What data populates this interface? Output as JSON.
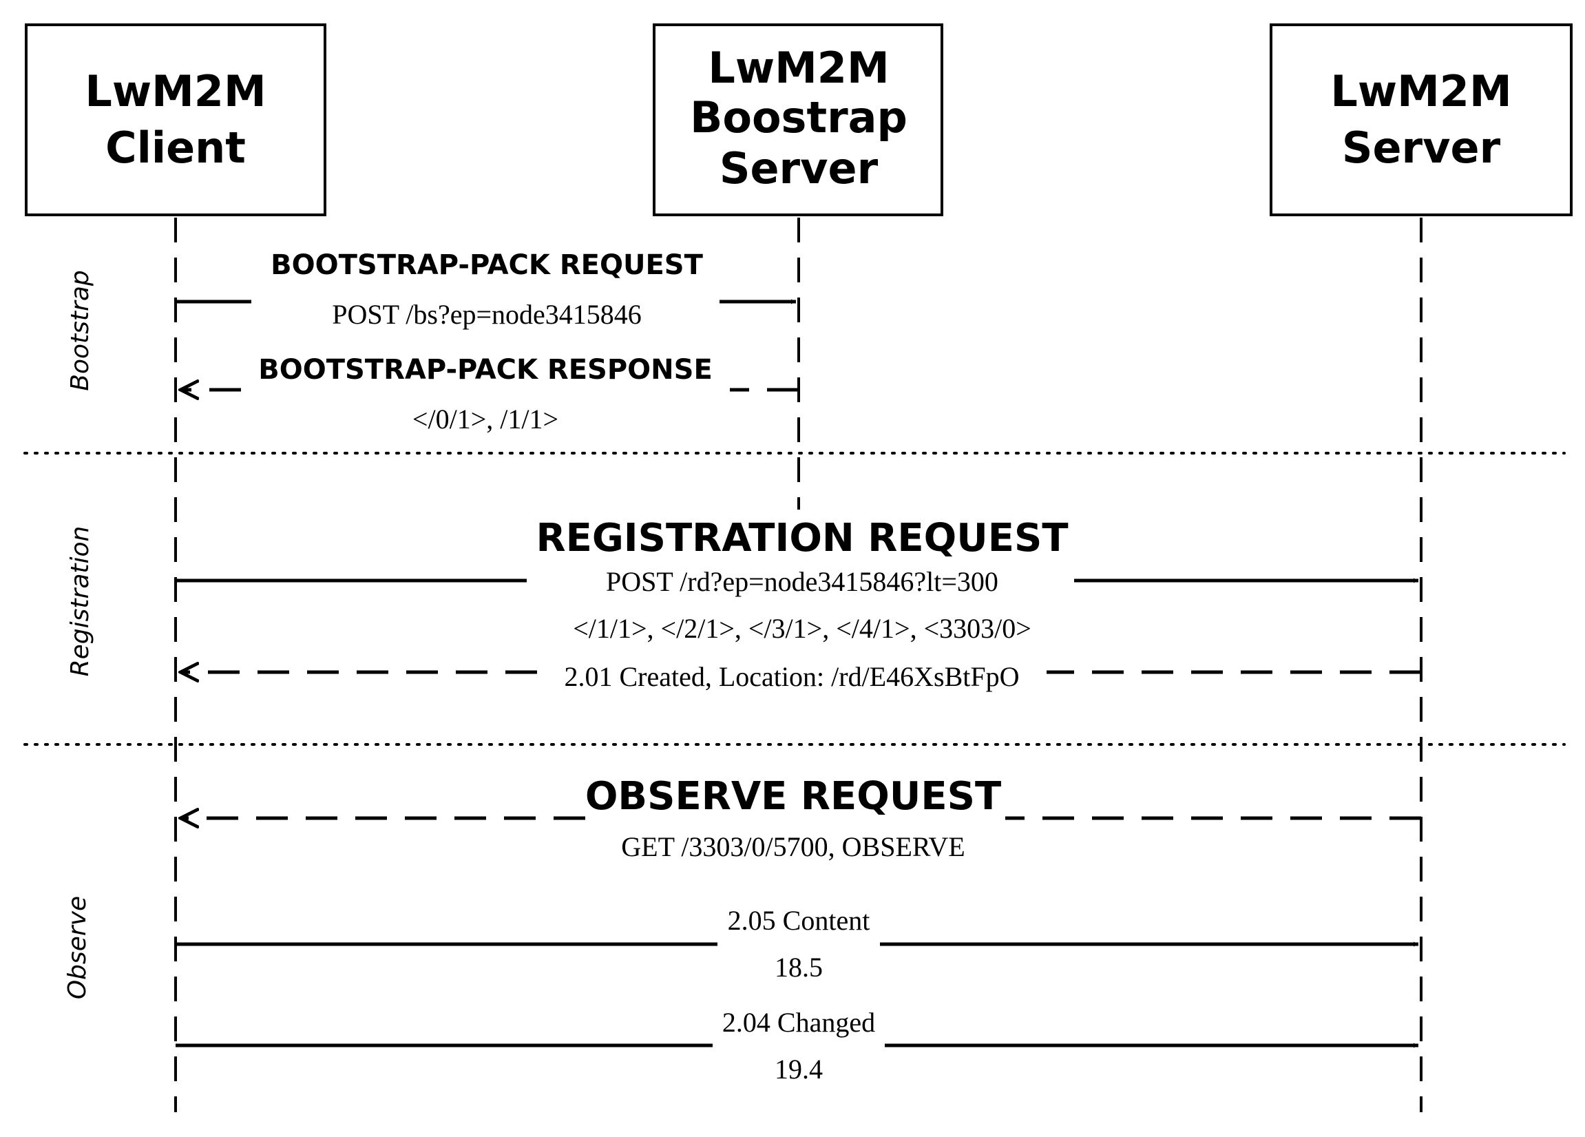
{
  "actors": {
    "client": [
      "LwM2M",
      "Client"
    ],
    "bootstrap": [
      "LwM2M",
      "Boostrap",
      "Server"
    ],
    "server": [
      "LwM2M",
      "Server"
    ]
  },
  "phases": {
    "bootstrap": "Bootstrap",
    "registration": "Registration",
    "observe": "Observe"
  },
  "messages": {
    "bs_request": {
      "title": "BOOTSTRAP-PACK REQUEST",
      "detail": "POST /bs?ep=node3415846"
    },
    "bs_response": {
      "title": "BOOTSTRAP-PACK RESPONSE",
      "detail": "</0/1>, /1/1>"
    },
    "reg_request": {
      "title": "REGISTRATION REQUEST",
      "detail1": "POST /rd?ep=node3415846?lt=300",
      "detail2": "</1/1>, </2/1>, </3/1>, </4/1>, <3303/0>"
    },
    "reg_response": {
      "detail": "2.01 Created, Location: /rd/E46XsBtFpO"
    },
    "obs_request": {
      "title": "OBSERVE REQUEST",
      "detail": "GET /3303/0/5700, OBSERVE"
    },
    "notify1": {
      "code": "2.05 Content",
      "value": "18.5"
    },
    "notify2": {
      "code": "2.04 Changed",
      "value": "19.4"
    }
  }
}
